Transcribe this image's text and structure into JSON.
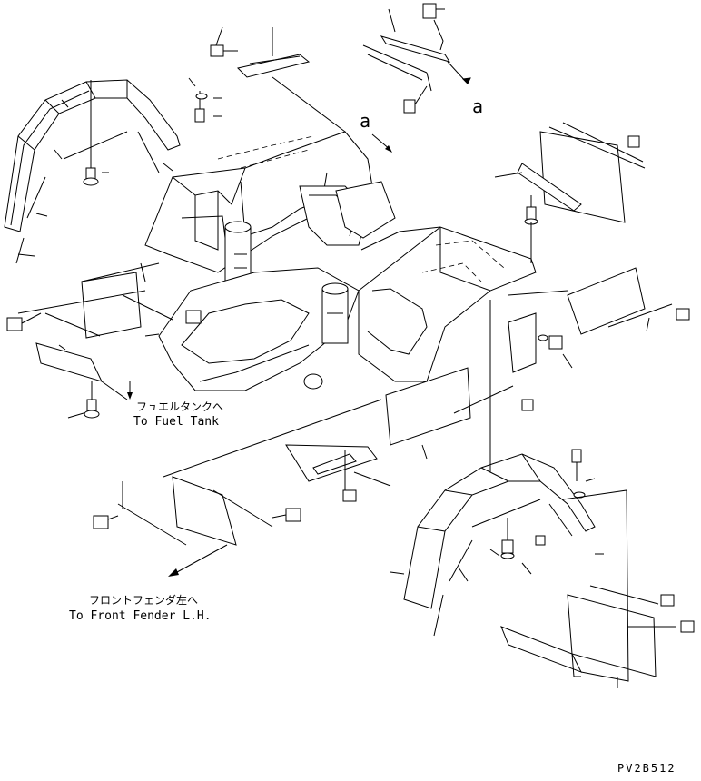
{
  "callouts": {
    "view_a_top": "a",
    "view_a_side": "a"
  },
  "references": {
    "fuel_tank_jp": "フュエルタンクへ",
    "fuel_tank_en": "To Fuel Tank",
    "front_fender_jp": "フロントフェンダ左へ",
    "front_fender_en": "To Front Fender L.H."
  },
  "drawing_code": "PV2B512"
}
